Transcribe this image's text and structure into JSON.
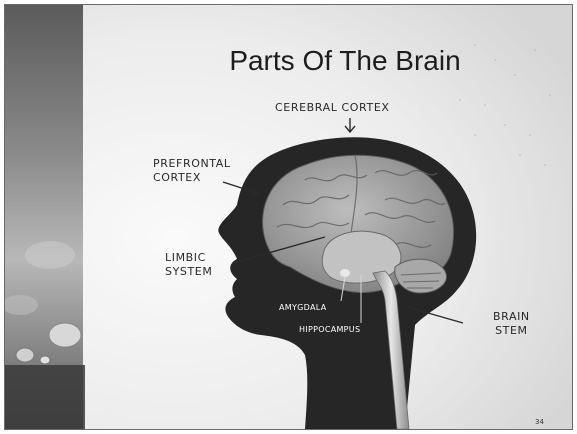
{
  "slide": {
    "title": "Parts Of The Brain",
    "page_number": "34"
  },
  "labels": {
    "cerebral_cortex": "CEREBRAL CORTEX",
    "prefrontal_line1": "PREFRONTAL",
    "prefrontal_line2": "CORTEX",
    "limbic_line1": "LIMBIC",
    "limbic_line2": "SYSTEM",
    "amygdala": "AMYGDALA",
    "hippocampus": "HIPPOCAMPUS",
    "brain_stem_line1": "BRAIN",
    "brain_stem_line2": "STEM"
  },
  "colors": {
    "head_silhouette": "#262626",
    "brain_fill": "#9a9a9a",
    "background": "#eeeeee"
  }
}
